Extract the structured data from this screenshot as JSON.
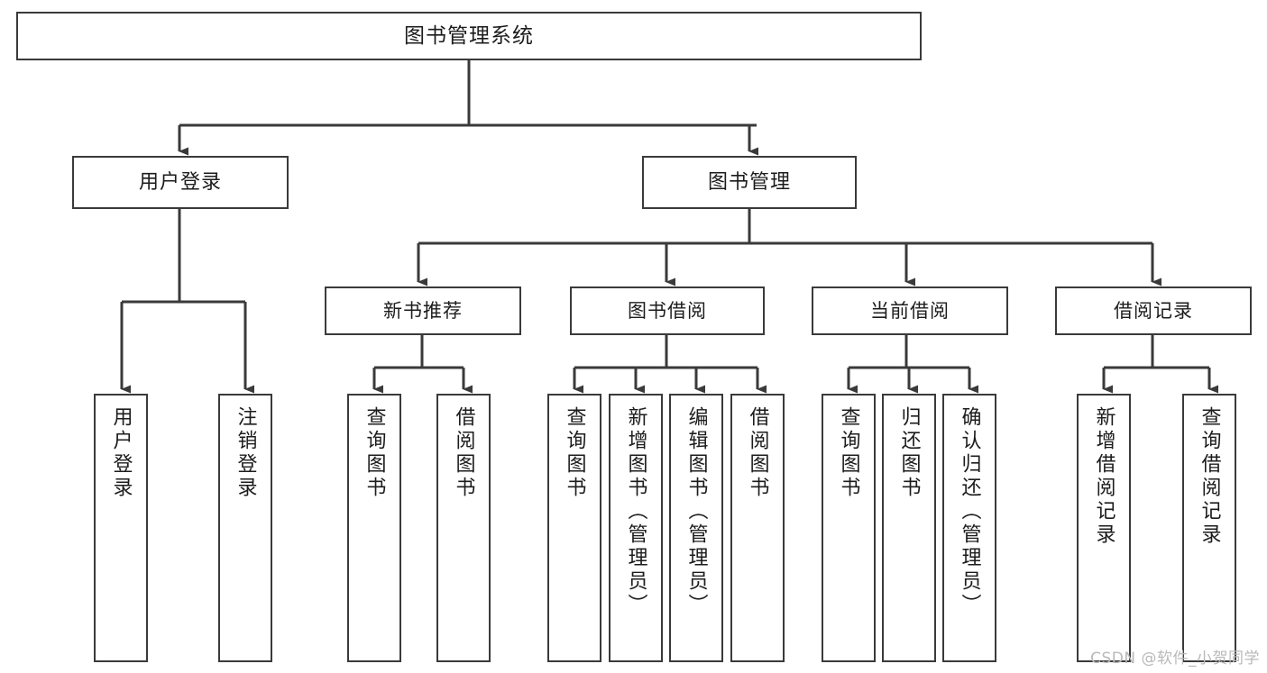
{
  "diagram": {
    "title": "图书管理系统",
    "type": "tree-hierarchy",
    "watermark": "CSDN @软件_小贺同学",
    "colors": {
      "box_border": "#3a3a3a",
      "box_fill": "#ffffff",
      "edge": "#3a3a3a",
      "text": "#1c1c1c",
      "watermark": "#b9b9b9",
      "background": "#ffffff"
    },
    "root": {
      "label": "图书管理系统"
    },
    "level2": [
      {
        "id": "user-login",
        "label": "用户登录"
      },
      {
        "id": "book-management",
        "label": "图书管理"
      }
    ],
    "level3": [
      {
        "id": "new-book-recommend",
        "label": "新书推荐"
      },
      {
        "id": "book-borrow",
        "label": "图书借阅"
      },
      {
        "id": "current-borrow",
        "label": "当前借阅"
      },
      {
        "id": "borrow-record",
        "label": "借阅记录"
      }
    ],
    "leaves": {
      "user_login": [
        {
          "id": "leaf-user-login",
          "label": "用户登录"
        },
        {
          "id": "leaf-logout-login",
          "label": "注销登录"
        }
      ],
      "new_book_recommend": [
        {
          "id": "leaf-query-book-1",
          "label": "查询图书"
        },
        {
          "id": "leaf-borrow-book-1",
          "label": "借阅图书"
        }
      ],
      "book_borrow": [
        {
          "id": "leaf-query-book-2",
          "label": "查询图书"
        },
        {
          "id": "leaf-add-book",
          "label": "新增图书（管理员）"
        },
        {
          "id": "leaf-edit-book",
          "label": "编辑图书（管理员）"
        },
        {
          "id": "leaf-borrow-book-2",
          "label": "借阅图书"
        }
      ],
      "current_borrow": [
        {
          "id": "leaf-query-book-3",
          "label": "查询图书"
        },
        {
          "id": "leaf-return-book",
          "label": "归还图书"
        },
        {
          "id": "leaf-confirm-return",
          "label": "确认归还（管理员）"
        }
      ],
      "borrow_record": [
        {
          "id": "leaf-add-record",
          "label": "新增借阅记录"
        },
        {
          "id": "leaf-query-record",
          "label": "查询借阅记录"
        }
      ]
    }
  }
}
